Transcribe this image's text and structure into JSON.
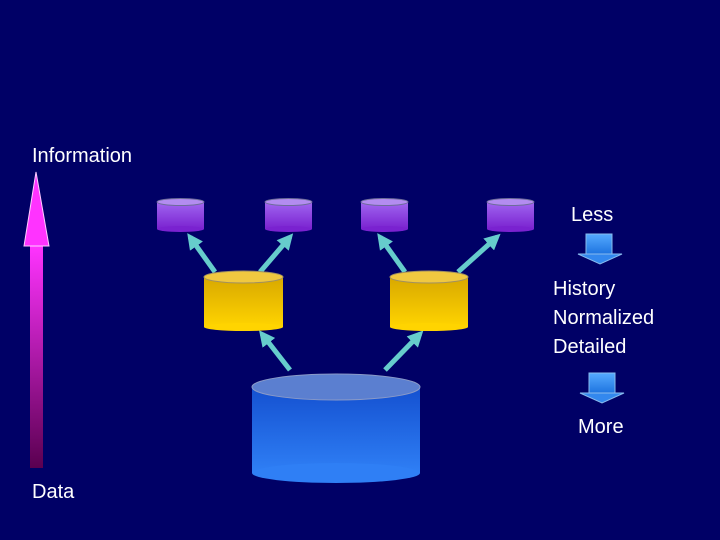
{
  "labels": {
    "top": "Information",
    "bottom": "Data",
    "less": "Less",
    "more": "More",
    "characteristics": [
      "History",
      "Normalized",
      "Detailed"
    ]
  },
  "colors": {
    "background": "#000066",
    "arrow_top": "#ff33ff",
    "arrow_bottom": "#66004d",
    "connector": "#66cccc",
    "small_db": "#8833dd",
    "mid_db": "#f2c200",
    "big_db": "#1f6fe8",
    "down_arrow": "#3399ff"
  },
  "icons": {
    "small_databases": "database-icon",
    "mid_databases": "database-icon",
    "large_database": "database-icon"
  }
}
